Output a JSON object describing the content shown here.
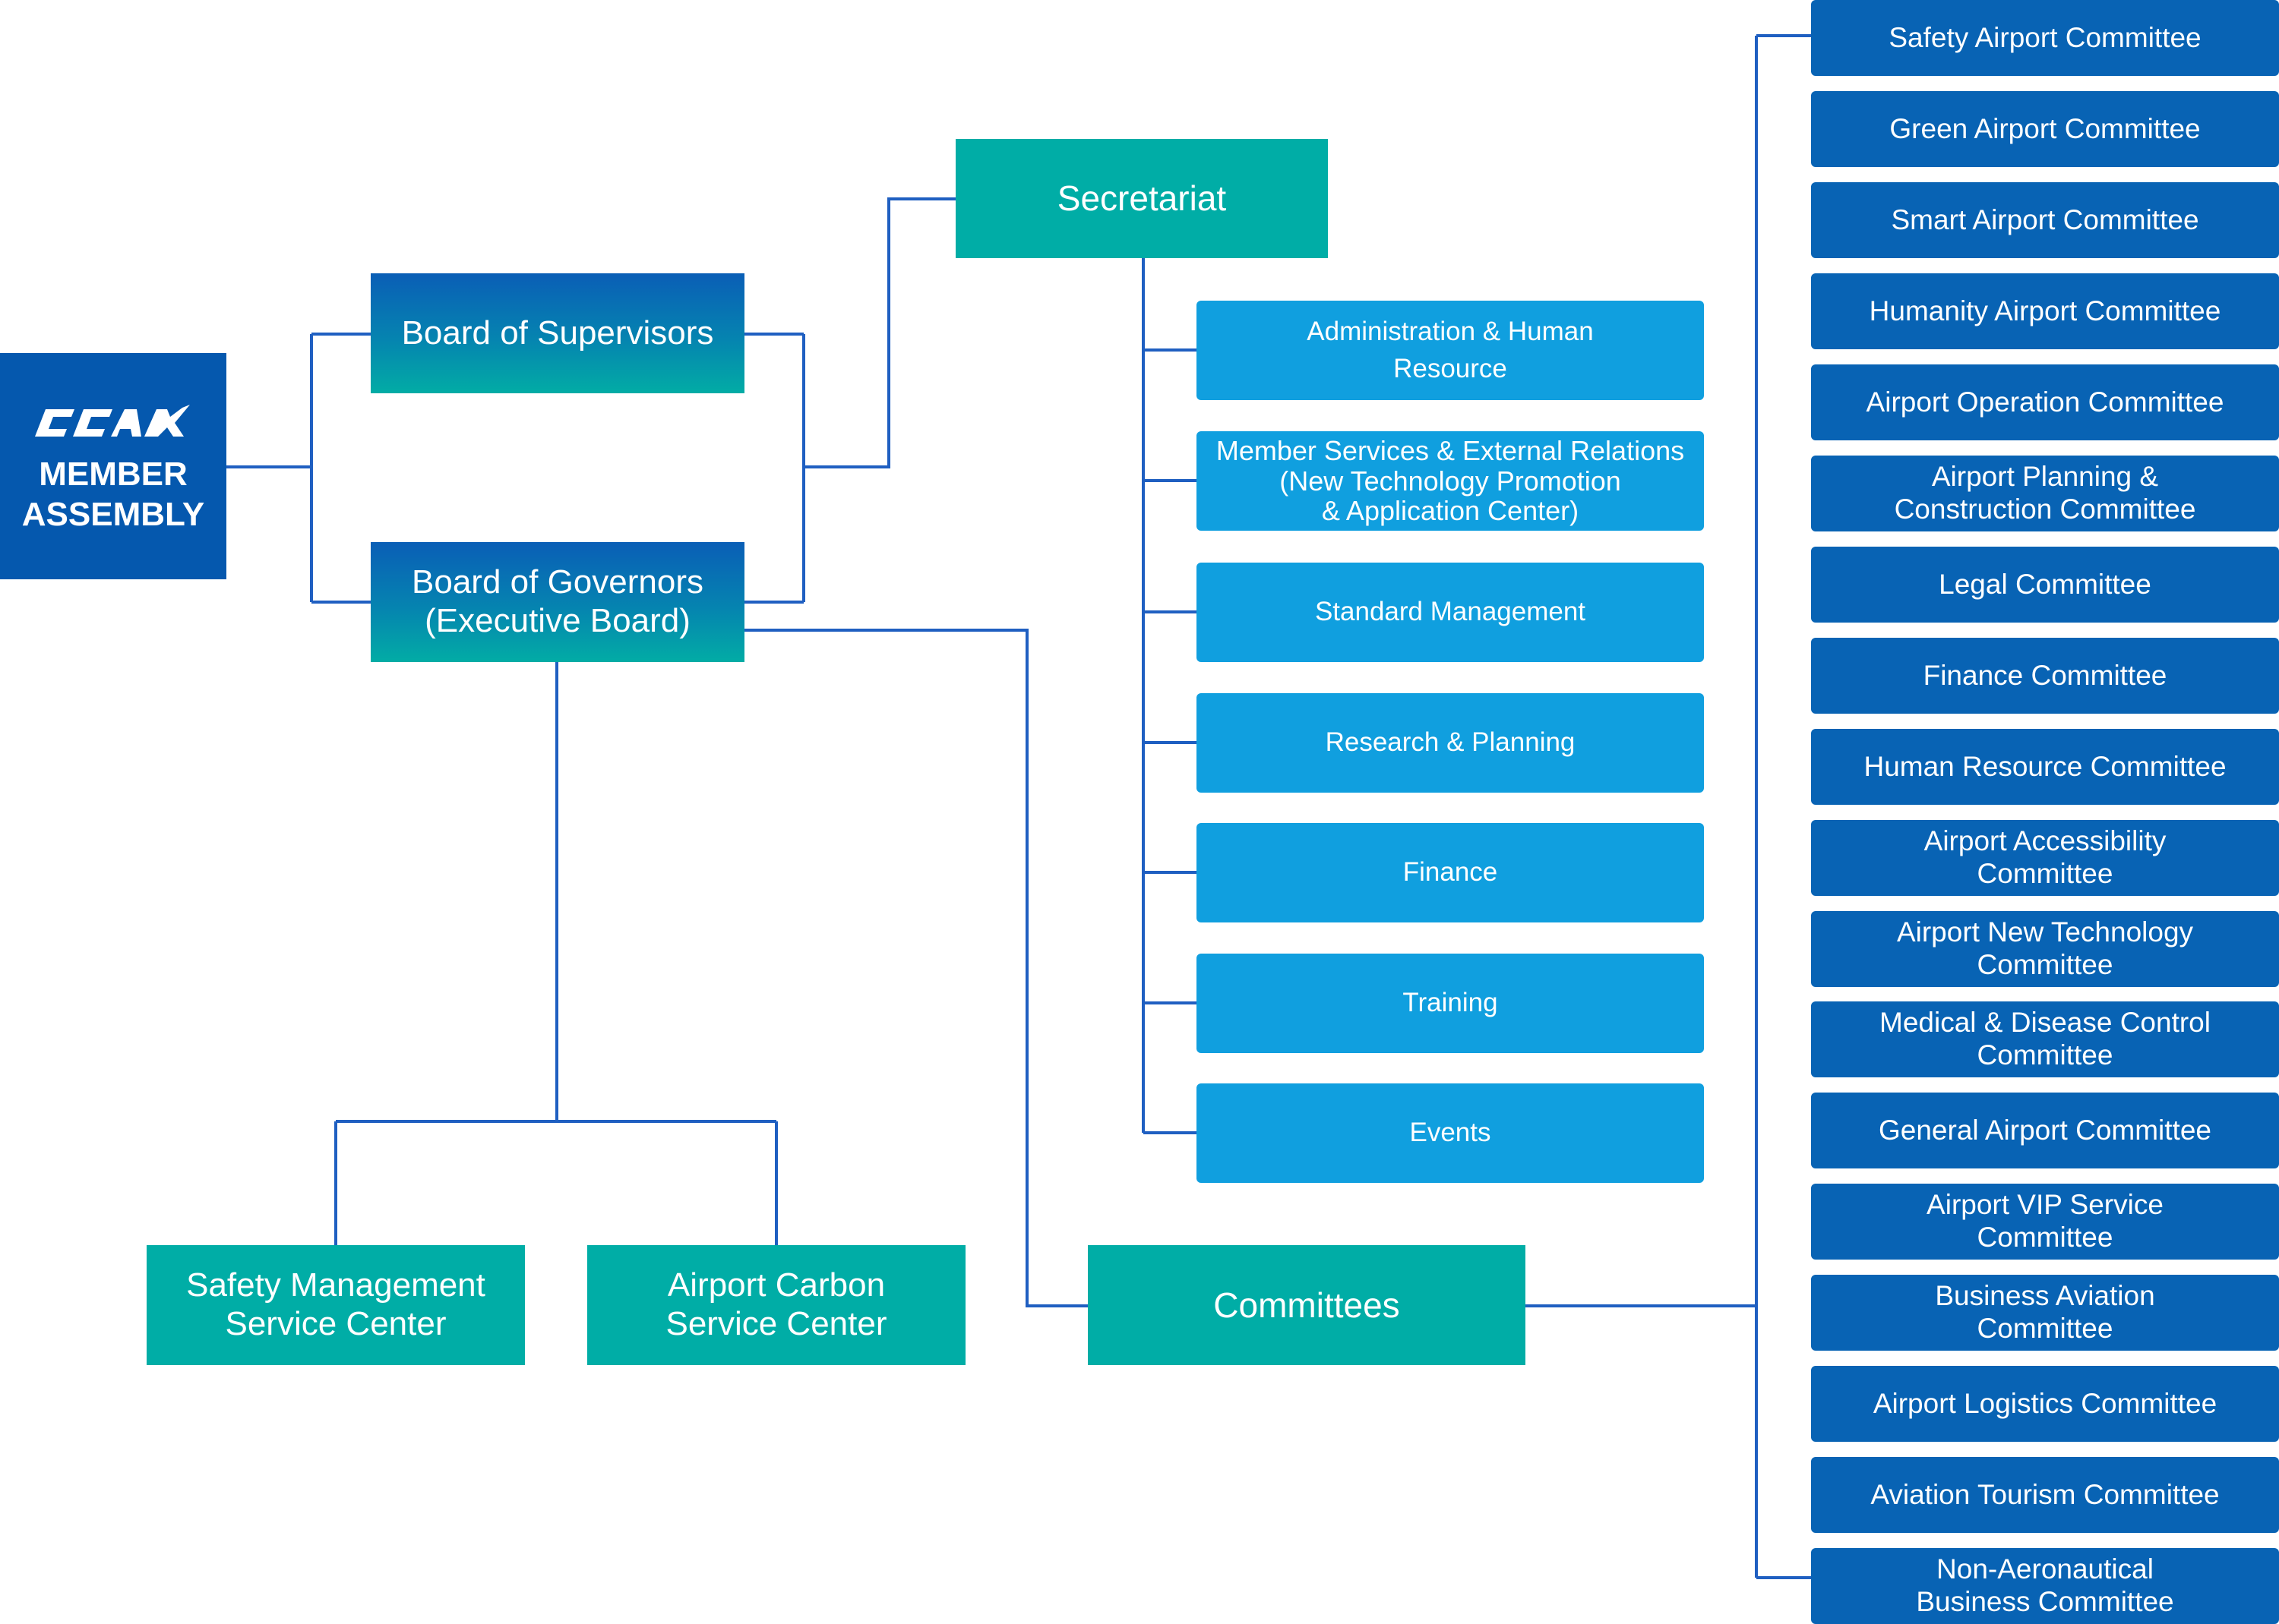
{
  "member_assembly": {
    "lines": [
      "MEMBER",
      "ASSEMBLY"
    ]
  },
  "board_supervisors": {
    "label": "Board of Supervisors"
  },
  "board_governors": {
    "lines": [
      "Board of Governors",
      "(Executive Board)"
    ]
  },
  "secretariat": {
    "label": "Secretariat",
    "departments": [
      {
        "lines": [
          "Administration & Human",
          "Resource"
        ]
      },
      {
        "lines": [
          "Member Services & External Relations",
          "(New Technology Promotion",
          "& Application Center)"
        ]
      },
      {
        "lines": [
          "Standard Management"
        ]
      },
      {
        "lines": [
          "Research & Planning"
        ]
      },
      {
        "lines": [
          "Finance"
        ]
      },
      {
        "lines": [
          "Training"
        ]
      },
      {
        "lines": [
          "Events"
        ]
      }
    ]
  },
  "service_centers": [
    {
      "lines": [
        "Safety Management",
        "Service Center"
      ]
    },
    {
      "lines": [
        "Airport Carbon",
        "Service Center"
      ]
    }
  ],
  "committees_hub": {
    "label": "Committees"
  },
  "committees": [
    {
      "lines": [
        "Safety Airport Committee"
      ]
    },
    {
      "lines": [
        "Green Airport Committee"
      ]
    },
    {
      "lines": [
        "Smart Airport Committee"
      ]
    },
    {
      "lines": [
        "Humanity Airport Committee"
      ]
    },
    {
      "lines": [
        "Airport Operation Committee"
      ]
    },
    {
      "lines": [
        "Airport Planning &",
        "Construction Committee"
      ]
    },
    {
      "lines": [
        "Legal Committee"
      ]
    },
    {
      "lines": [
        "Finance Committee"
      ]
    },
    {
      "lines": [
        "Human Resource Committee"
      ]
    },
    {
      "lines": [
        "Airport Accessibility",
        "Committee"
      ]
    },
    {
      "lines": [
        "Airport New Technology",
        "Committee"
      ]
    },
    {
      "lines": [
        "Medical & Disease Control",
        "Committee"
      ]
    },
    {
      "lines": [
        "General Airport Committee"
      ]
    },
    {
      "lines": [
        "Airport VIP Service",
        "Committee"
      ]
    },
    {
      "lines": [
        "Business Aviation",
        "Committee"
      ]
    },
    {
      "lines": [
        "Airport Logistics Committee"
      ]
    },
    {
      "lines": [
        "Aviation Tourism Committee"
      ]
    },
    {
      "lines": [
        "Non-Aeronautical",
        "Business Committee"
      ]
    }
  ],
  "colors": {
    "teal": "#00ADA6",
    "navy": "#0558AE",
    "secretariat_dept": "#109FDF",
    "committee": "#0863B4",
    "connector": "#1F5FC1"
  },
  "icons": {
    "logo": "organization-logo-icon"
  }
}
